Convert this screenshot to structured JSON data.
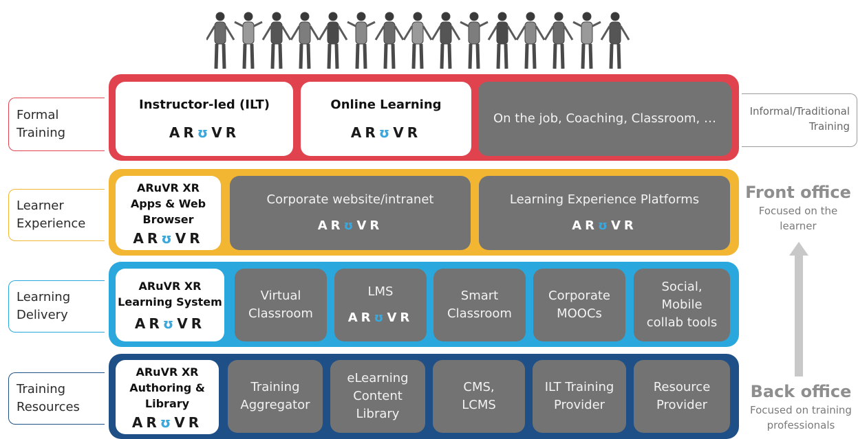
{
  "layers": {
    "formal": {
      "label": "Formal\nTraining",
      "ilt_title": "Instructor-led (ILT)",
      "online_title": "Online Learning",
      "onjob": "On the job, Coaching, Classroom, …"
    },
    "learner": {
      "label": "Learner\nExperience",
      "apps_title": "ARuVR XR\nApps & Web\nBrowser",
      "corporate": "Corporate website/intranet",
      "lxp": "Learning Experience Platforms"
    },
    "delivery": {
      "label": "Learning\nDelivery",
      "system_title": "ARuVR XR\nLearning System",
      "virtual": "Virtual\nClassroom",
      "lms": "LMS",
      "smart": "Smart\nClassroom",
      "moocs": "Corporate\nMOOCs",
      "social": "Social,\nMobile\ncollab tools"
    },
    "resources": {
      "label": "Training\nResources",
      "authoring_title": "ARuVR XR\nAuthoring &\nLibrary",
      "aggregator": "Training\nAggregator",
      "elearning": "eLearning\nContent\nLibrary",
      "cms": "CMS,\nLCMS",
      "ilt_provider": "ILT Training\nProvider",
      "resource_provider": "Resource\nProvider"
    }
  },
  "logo": {
    "text_left": "AR",
    "text_u": "ʊ",
    "text_right": "VR"
  },
  "right": {
    "informal": "Informal/Traditional\nTraining",
    "front_title": "Front office",
    "front_sub": "Focused on the\nlearner",
    "back_title": "Back office",
    "back_sub": "Focused on training\nprofessionals"
  },
  "colors": {
    "formal": "#e0424e",
    "learner": "#f2b632",
    "delivery": "#2aa7dd",
    "resources": "#1e4f86",
    "tile": "#737373"
  }
}
